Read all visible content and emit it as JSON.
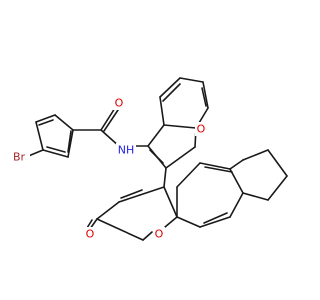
{
  "molecule": {
    "atoms": [
      {
        "id": "Br",
        "label": "Br",
        "color": "#a52a2a"
      },
      {
        "id": "O_amide",
        "label": "O",
        "color": "#e00000"
      },
      {
        "id": "NH",
        "label": "NH",
        "color": "#1e1ee6"
      },
      {
        "id": "O_furan",
        "label": "O",
        "color": "#e00000"
      },
      {
        "id": "O_carbonyl",
        "label": "O",
        "color": "#e00000"
      },
      {
        "id": "O_pyran",
        "label": "O",
        "color": "#e00000"
      }
    ]
  }
}
